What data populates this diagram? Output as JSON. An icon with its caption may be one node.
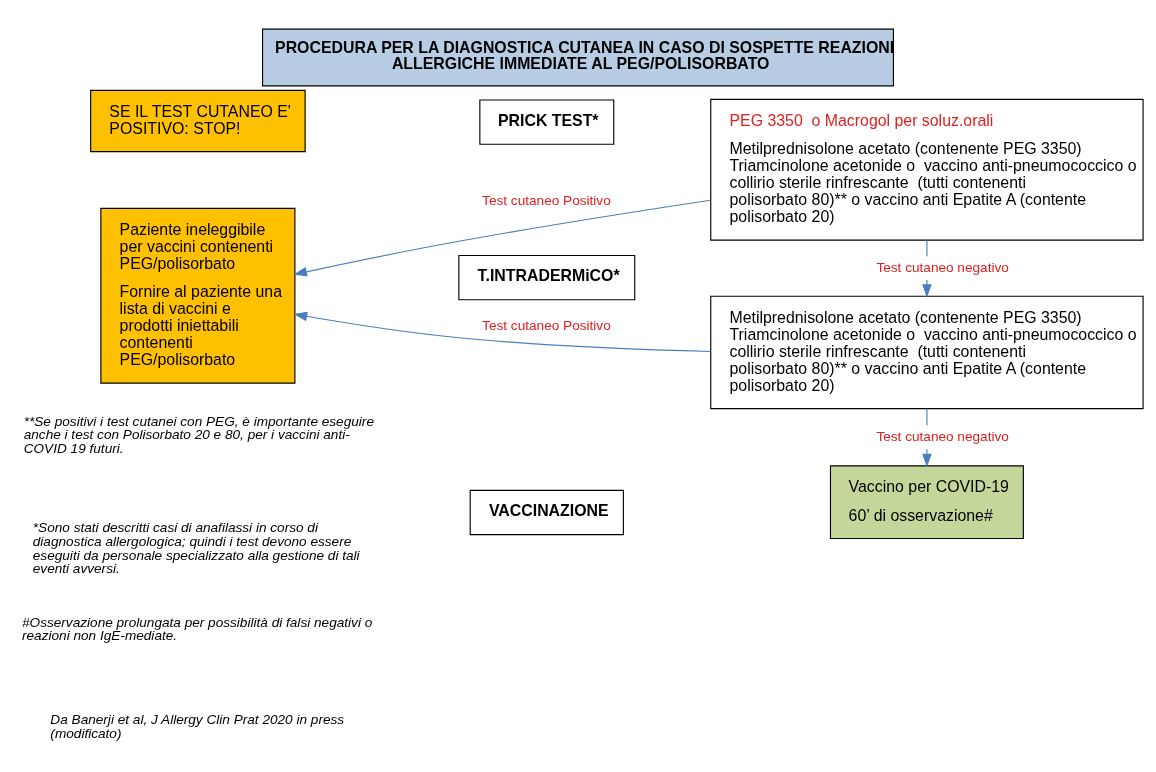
{
  "diagram": {
    "title": "PROCEDURA PER LA DIAGNOSTICA CUTANEA IN CASO DI SOSPETTE REAZIONI ALLERGICHE IMMEDIATE AL PEG/POLISORBATO",
    "nodes": [
      {
        "text": [
          "SE IL TEST CUTANEO E' POSITIVO: STOP!"
        ]
      },
      {
        "text": [
          "Paziente ineleggibile per vaccini contenenti PEG/polisorbato",
          "Fornire al paziente una lista di vaccini e prodotti iniettabili contenenti PEG/polisorbato"
        ]
      },
      {
        "text": [
          "PRICK TEST*"
        ]
      },
      {
        "text": [
          "PEG 3350  o Macrogol per soluz.orali",
          "Metilprednisolone acetato (contenente PEG 3350) Triamcinolone acetonide o  vaccino anti-pneumococcico o collirio sterile rinfrescante  (tutti contenenti polisorbato 80)** o vaccino anti Epatite A (contente polisorbato 20)"
        ]
      },
      {
        "text": [
          "T.INTRADERMiCO*"
        ]
      },
      {
        "text": [
          "Metilprednisolone acetato (contenente PEG 3350) Triamcinolone acetonide o  vaccino anti-pneumococcico o collirio sterile rinfrescante  (tutti contenenti polisorbato 80)** o vaccino anti Epatite A (contente polisorbato 20)"
        ]
      },
      {
        "text": [
          "VACCINAZIONE"
        ]
      },
      {
        "text": [
          "Vaccino per COVID-19",
          "60’ di osservazione#"
        ]
      }
    ],
    "edges": [
      {
        "from": 3,
        "to": 1,
        "arrow": "to",
        "label": "Test cutaneo Positivo"
      },
      {
        "from": 3,
        "to": 5,
        "arrow": "to",
        "label": "Test cutaneo negativo"
      },
      {
        "from": 5,
        "to": 1,
        "arrow": "to",
        "label": "Test cutaneo Positivo"
      },
      {
        "from": 5,
        "to": 7,
        "arrow": "to",
        "label": "Test cutaneo negativo"
      }
    ],
    "labels": [
      "*Sono stati descritti casi di anafilassi in corso di diagnostica allergologica; quindi i test devono essere eseguiti da personale specializzato alla gestione di tali eventi avversi.",
      "**Se positivi i test cutanei con PEG, è importante eseguire anche i test con Polisorbato 20 e 80, per i vaccini anti-COVID 19 futuri.",
      "#Osservazione prolungata per possibilità di falsi negativi o reazioni non IgE-mediate.",
      "Da Banerji et al, J Allergy Clin Prat 2020 in press (modificato)"
    ]
  }
}
